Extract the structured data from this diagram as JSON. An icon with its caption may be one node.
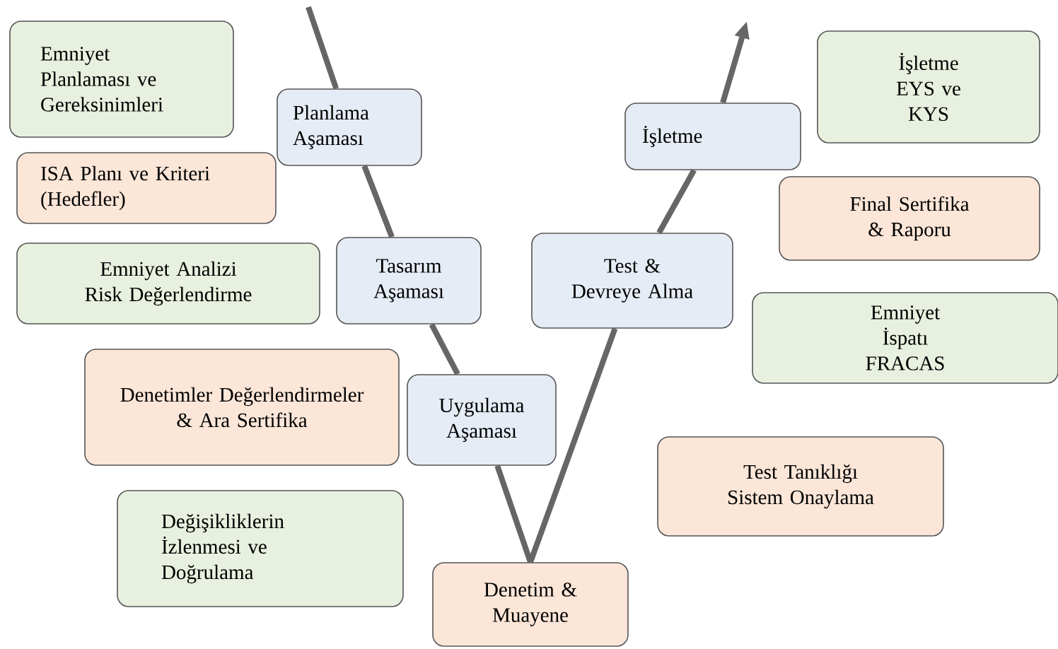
{
  "diagram": {
    "nodes": [
      {
        "text": [
          "Emniyet Planlaması ve Gereksinimleri"
        ]
      },
      {
        "text": [
          "Planlama Aşaması"
        ]
      },
      {
        "text": [
          "İşletme"
        ]
      },
      {
        "text": [
          "İşletme EYS ve KYS"
        ]
      },
      {
        "text": [
          "ISA Planı ve Kriteri (Hedefler)"
        ]
      },
      {
        "text": [
          "Final Sertifika & Raporu"
        ]
      },
      {
        "text": [
          "Emniyet Analizi Risk Değerlendirme"
        ]
      },
      {
        "text": [
          "Tasarım Aşaması"
        ]
      },
      {
        "text": [
          "Test & Devreye Alma"
        ]
      },
      {
        "text": [
          "Emniyet İspatı FRACAS"
        ]
      },
      {
        "text": [
          "Denetimler Değerlendirmeler & Ara Sertifika"
        ]
      },
      {
        "text": [
          "Uygulama Aşaması"
        ]
      },
      {
        "text": [
          "Test Tanıklığı Sistem Onaylama"
        ]
      },
      {
        "text": [
          "Değişikliklerin İzlenmesi ve Doğrulama"
        ]
      },
      {
        "text": [
          "Denetim & Muayene"
        ]
      }
    ],
    "edges": [
      {
        "from": null,
        "to": 1,
        "arrow": "none"
      },
      {
        "from": 1,
        "to": 7,
        "arrow": "none"
      },
      {
        "from": 7,
        "to": 11,
        "arrow": "none"
      },
      {
        "from": 11,
        "to": 14,
        "arrow": "none"
      },
      {
        "from": 14,
        "to": 8,
        "arrow": "none"
      },
      {
        "from": 8,
        "to": 2,
        "arrow": "none"
      },
      {
        "from": 2,
        "to": null,
        "arrow": "to"
      }
    ]
  }
}
